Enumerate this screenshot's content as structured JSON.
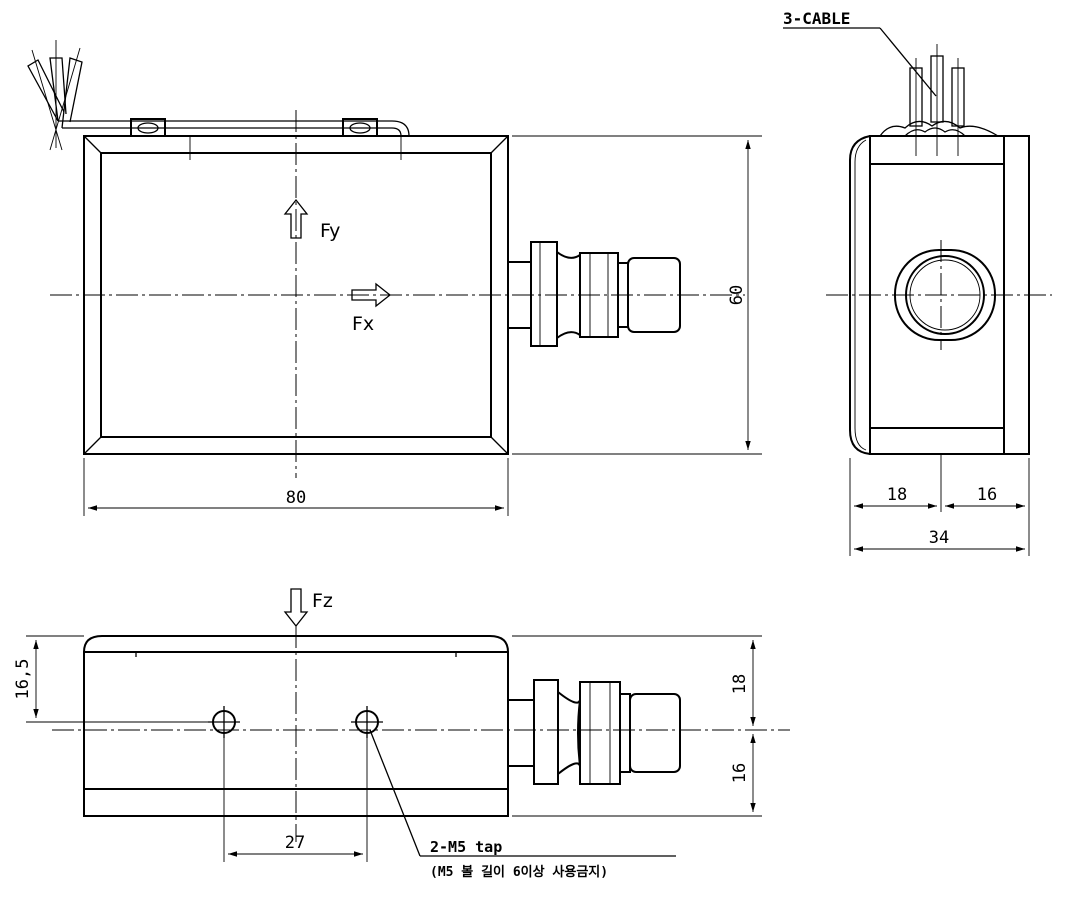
{
  "front_view": {
    "dim_height": "60",
    "dim_width": "80",
    "force_y": "Fy",
    "force_x": "Fx"
  },
  "side_view": {
    "cable_label": "3-CABLE",
    "dim_left": "18",
    "dim_right": "16",
    "dim_total": "34"
  },
  "bottom_view": {
    "force_z": "Fz",
    "dim_hole_height": "16,5",
    "dim_upper": "18",
    "dim_lower": "16",
    "dim_hole_spacing": "27",
    "tap_label": "2-M5 tap",
    "tap_note": "(M5 볼 길이 6이상 사용금지)"
  }
}
